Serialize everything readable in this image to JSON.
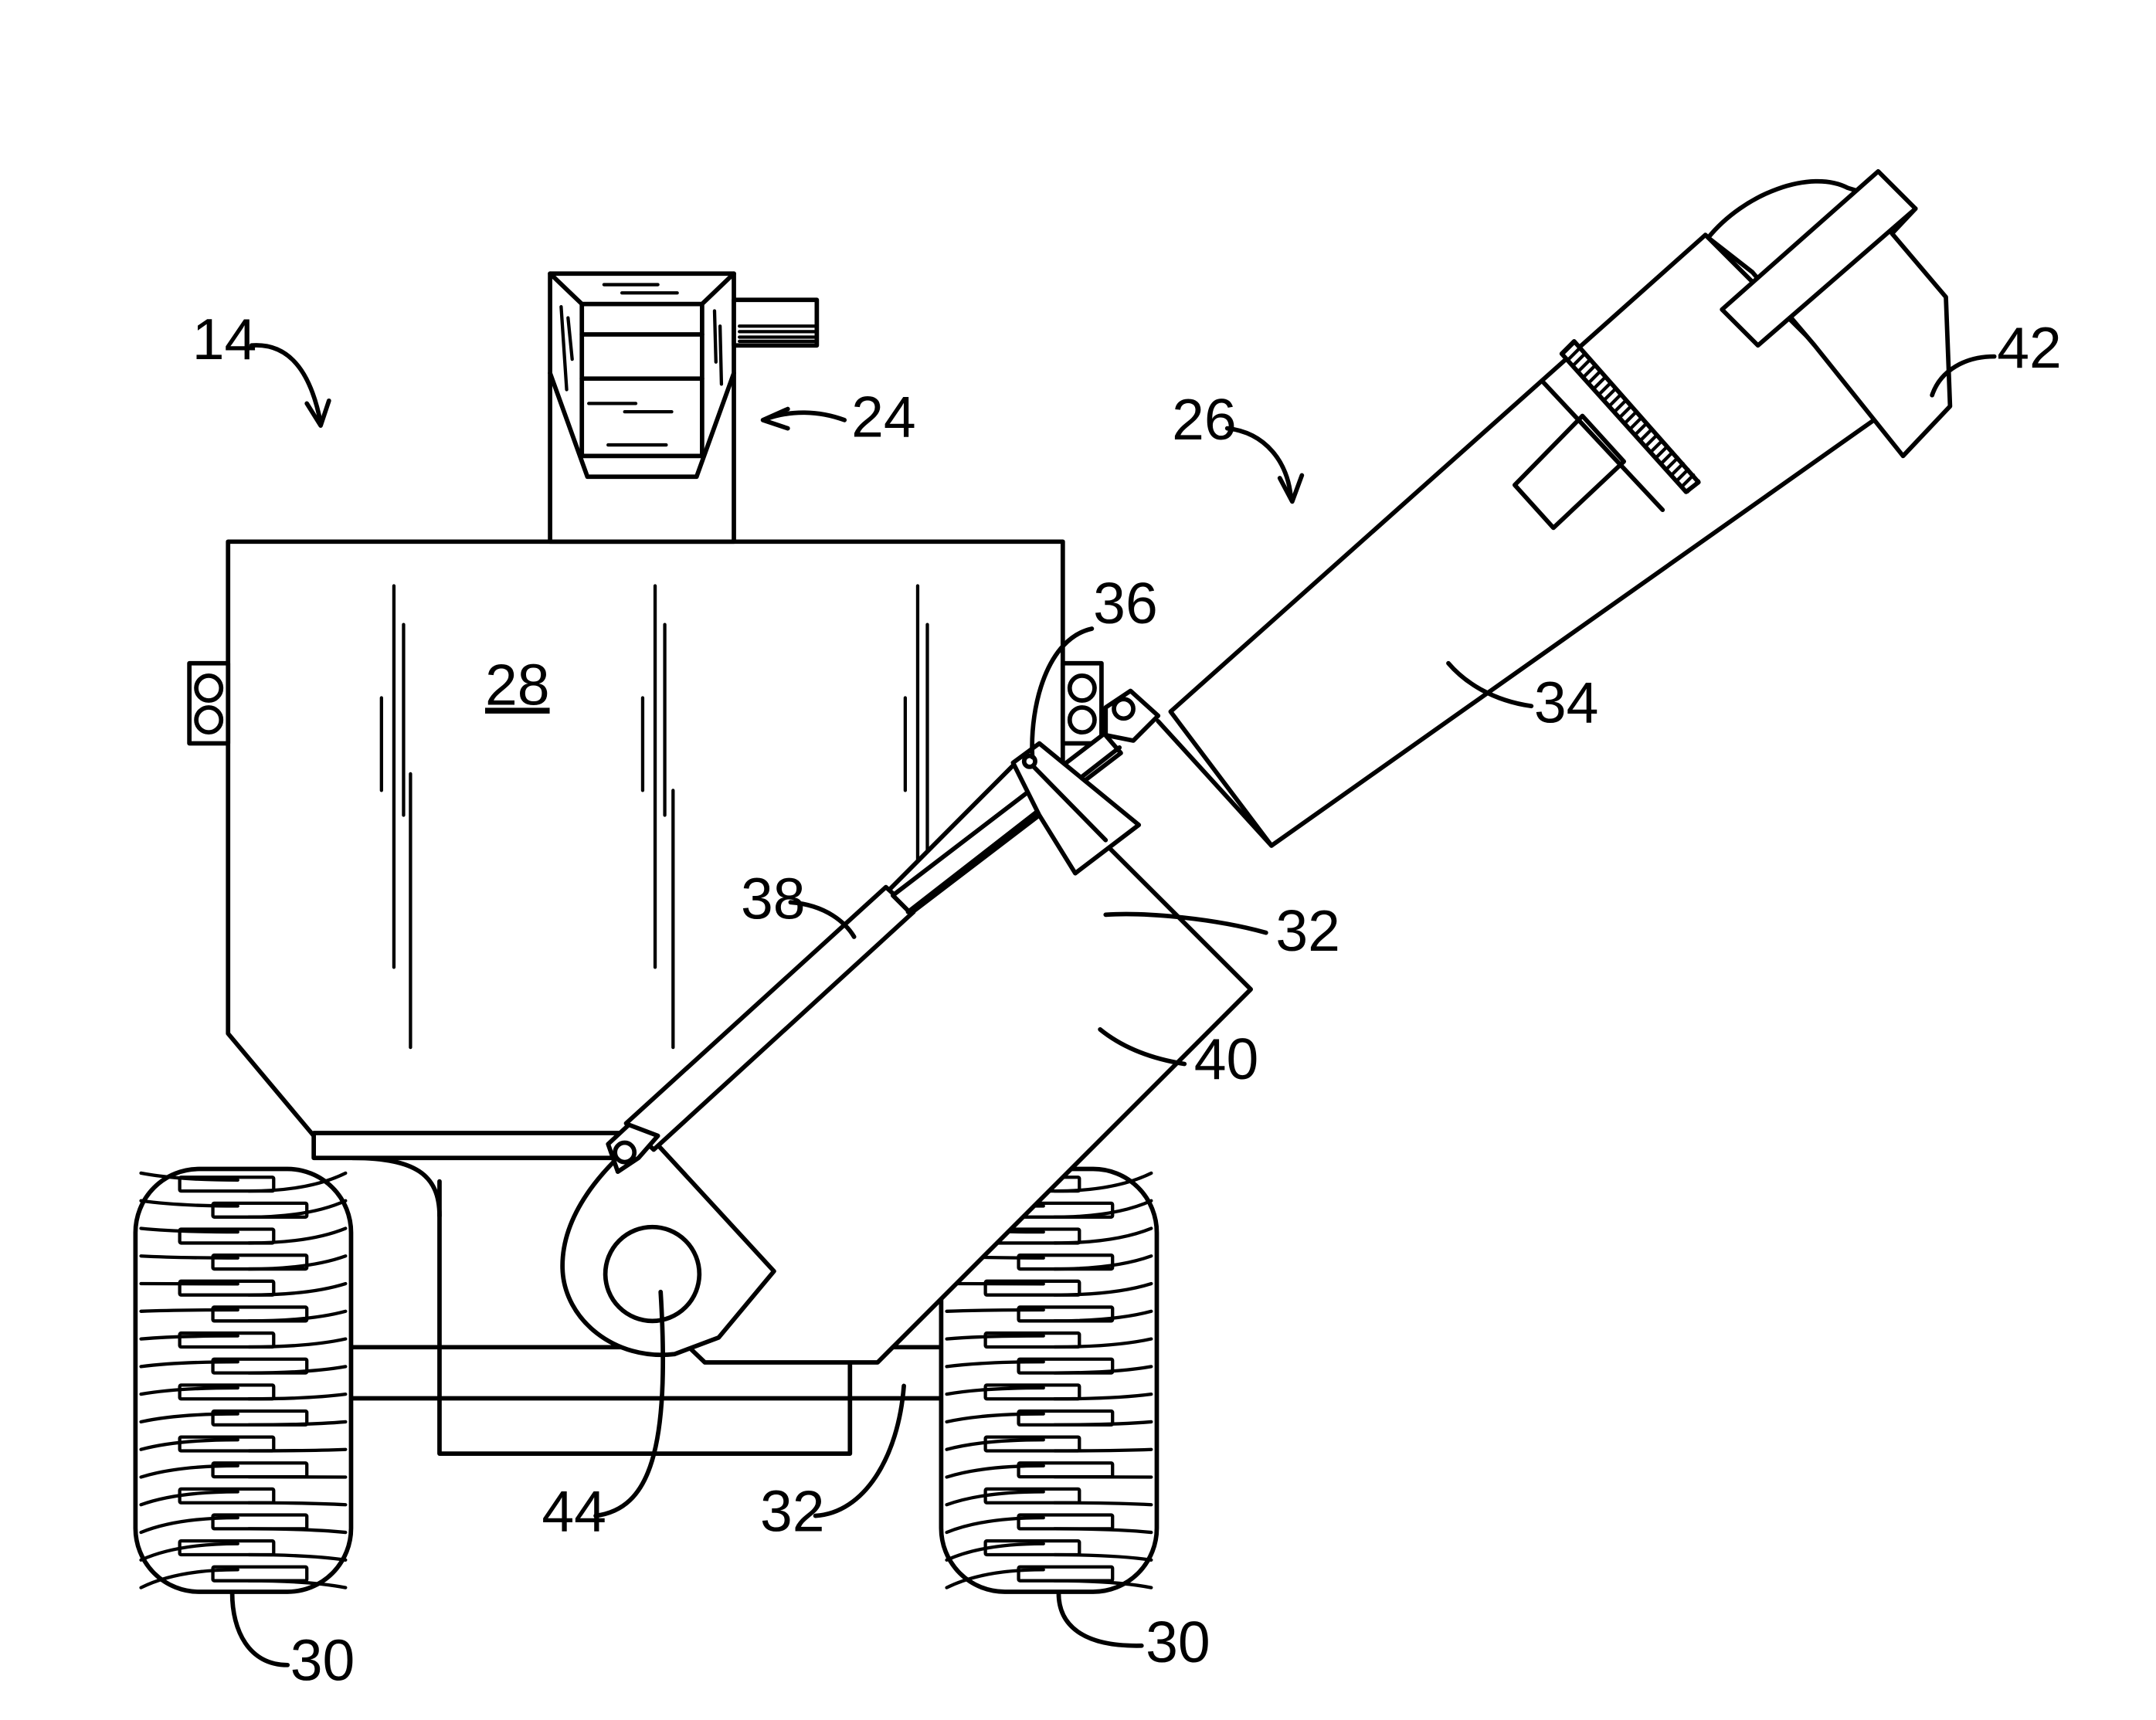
{
  "labels": {
    "ref_14": "14",
    "ref_24": "24",
    "ref_26": "26",
    "ref_28": "28",
    "ref_30_left": "30",
    "ref_30_right": "30",
    "ref_32_upper": "32",
    "ref_32_lower": "32",
    "ref_34": "34",
    "ref_36": "36",
    "ref_38": "38",
    "ref_40": "40",
    "ref_42": "42",
    "ref_44": "44"
  }
}
